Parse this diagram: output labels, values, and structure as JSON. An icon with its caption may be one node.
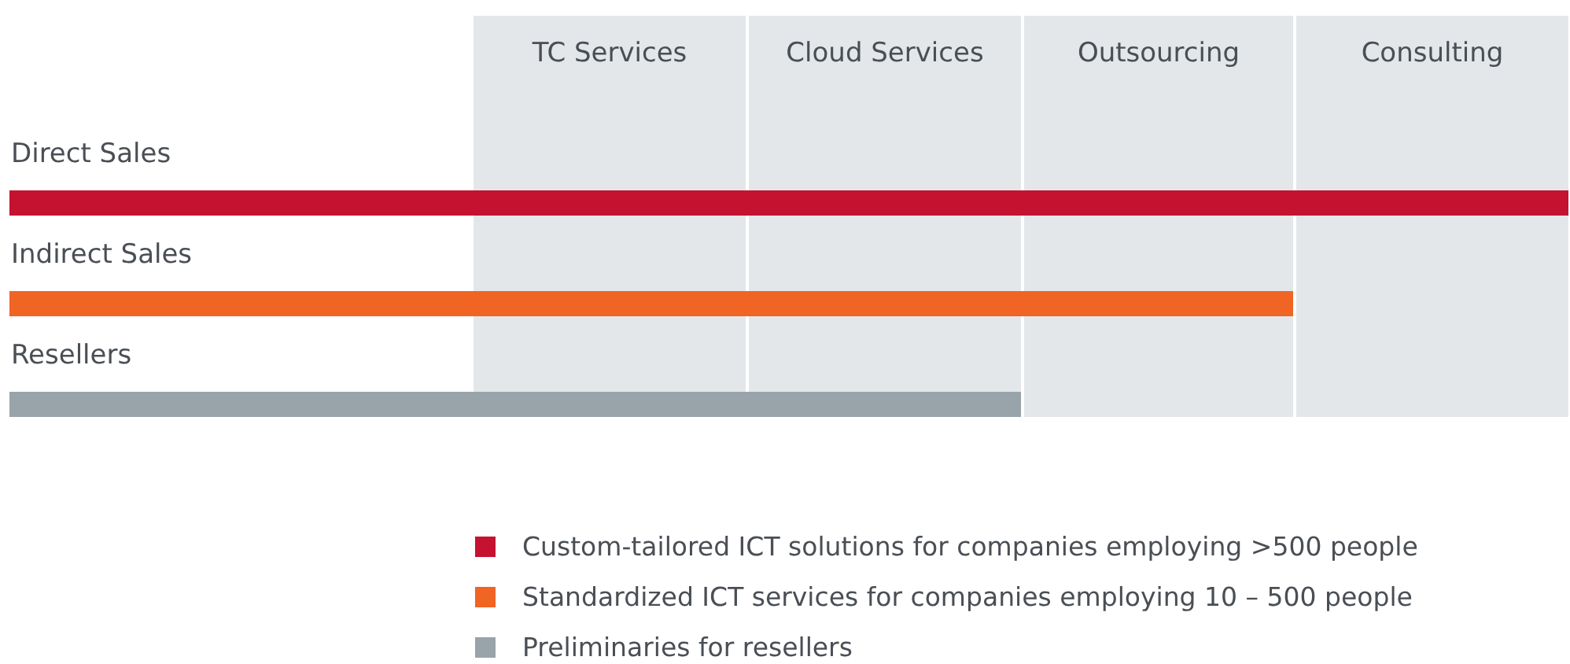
{
  "diagram": {
    "nodes": [
      {
        "text": [
          "TC Services"
        ]
      },
      {
        "text": [
          "Cloud Services"
        ]
      },
      {
        "text": [
          "Outsourcing"
        ]
      },
      {
        "text": [
          "Consulting"
        ]
      },
      {
        "text": [
          "Direct Sales"
        ]
      },
      {
        "text": [
          "Indirect Sales"
        ]
      },
      {
        "text": [
          "Resellers"
        ]
      }
    ],
    "legend": [
      {
        "text": "Custom-tailored ICT solutions for companies employing >500 people",
        "color": "#c41230"
      },
      {
        "text": "Standardized ICT services for companies employing 10 – 500 people",
        "color": "#f06424"
      },
      {
        "text": "Preliminaries for resellers",
        "color": "#98a4aa"
      }
    ]
  }
}
